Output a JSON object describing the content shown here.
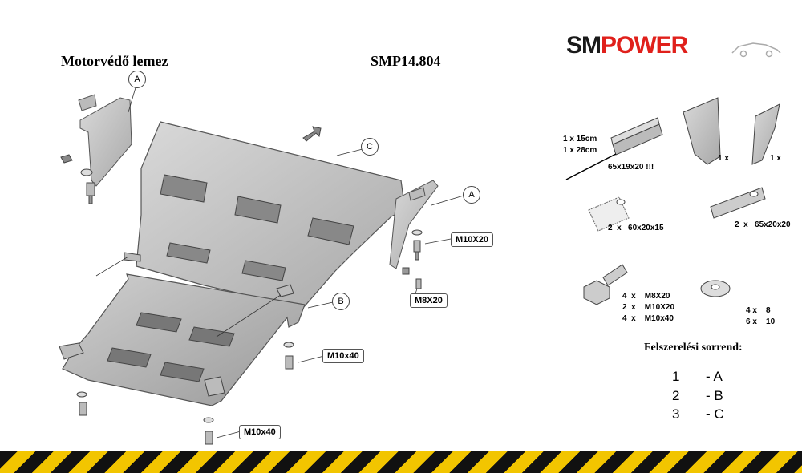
{
  "header": {
    "title": "Motorvédő lemez",
    "code": "SMP14.804"
  },
  "logo": {
    "part1": "SM",
    "part2": "POWER"
  },
  "callouts": {
    "A_top": "A",
    "A_right": "A",
    "B": "B",
    "C": "C",
    "m10x20": "M10X20",
    "m8x20": "M8X20",
    "m10x40_a": "M10x40",
    "m10x40_b": "M10x40"
  },
  "parts": {
    "bar_lengths_1": "1 x 15cm",
    "bar_lengths_2": "1 x 28cm",
    "bar_size": "65x19x20 !!!",
    "bracket_1_qty": "1 x",
    "bracket_2_qty": "1 x",
    "block_60": "2  x   60x20x15",
    "block_65": "2  x   65x20x20",
    "bolts": [
      "4  x    M8X20",
      "2  x    M10X20",
      "4  x    M10x40"
    ],
    "washers": [
      "4 x    8",
      "6 x    10"
    ]
  },
  "sequence": {
    "title": "Felszerelési sorrend:",
    "rows": [
      {
        "num": "1",
        "part": "- A"
      },
      {
        "num": "2",
        "part": "- B"
      },
      {
        "num": "3",
        "part": "- C"
      }
    ]
  }
}
